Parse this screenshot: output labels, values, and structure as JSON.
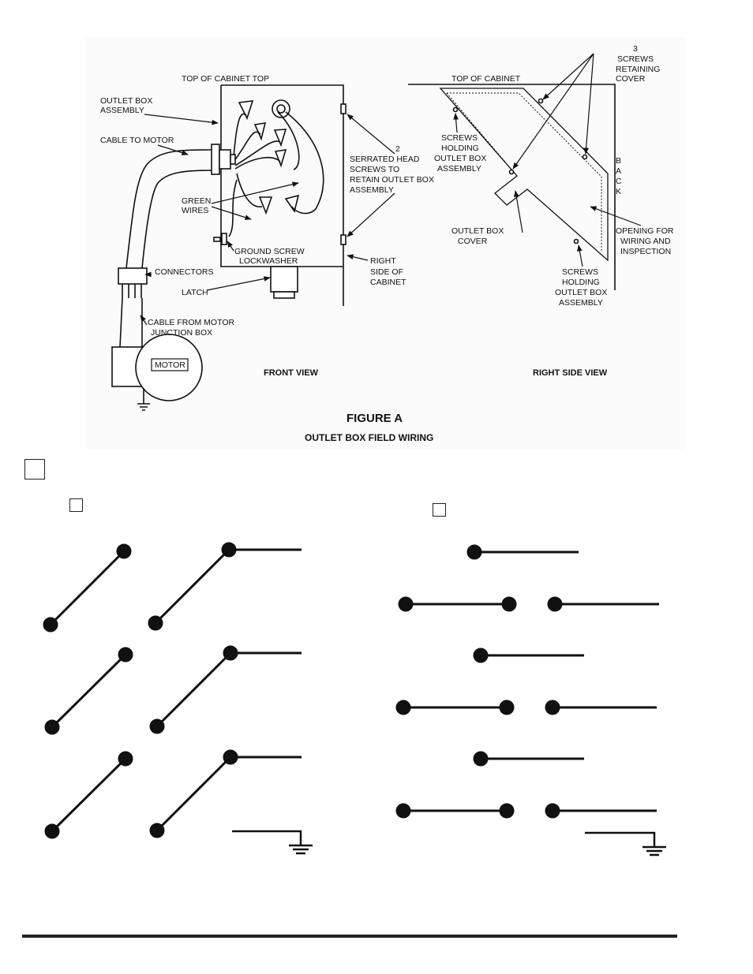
{
  "figure": {
    "title": "FIGURE A",
    "subtitle": "OUTLET BOX   FIELD   WIRING",
    "front_view": {
      "view_label": "FRONT     VIEW",
      "top_label": "TOP OF CABINET   TOP",
      "outlet_box_assembly": [
        "OUTLET BOX",
        "ASSEMBLY"
      ],
      "cable_to_motor": "CABLE TO MOTOR",
      "green_wires": [
        "GREEN",
        "WIRES"
      ],
      "serrated": [
        "2",
        "SERRATED HEAD",
        "SCREWS   TO",
        "RETAIN OUTLET BOX",
        "ASSEMBLY"
      ],
      "ground_screw": [
        "GROUND SCREW",
        "LOCKWASHER"
      ],
      "right_side": [
        "RIGHT",
        "SIDE OF",
        "CABINET"
      ],
      "connectors": "CONNECTORS",
      "latch": "LATCH",
      "cable_from_motor": [
        "CABLE FROM MOTOR",
        "JUNCTION BOX"
      ],
      "motor": "MOTOR"
    },
    "side_view": {
      "view_label": "RIGHT SIDE VIEW",
      "top_label": "TOP OF CABINET",
      "screws_retaining": [
        "3",
        "SCREWS",
        "RETAINING",
        "COVER"
      ],
      "screws_holding_upper": [
        "SCREWS",
        "HOLDING",
        "OUTLET BOX",
        "ASSEMBLY"
      ],
      "back": [
        "B",
        "A",
        "C",
        "K"
      ],
      "outlet_box_cover": [
        "OUTLET BOX",
        "COVER"
      ],
      "opening": [
        "OPENING FOR",
        "WIRING AND",
        "INSPECTION"
      ],
      "screws_holding_lower": [
        "SCREWS",
        "HOLDING",
        "OUTLET BOX",
        "ASSEMBLY"
      ]
    }
  },
  "colors": {
    "ink": "#111111",
    "panel": "#fbfbfb",
    "terminal": "#111111"
  }
}
